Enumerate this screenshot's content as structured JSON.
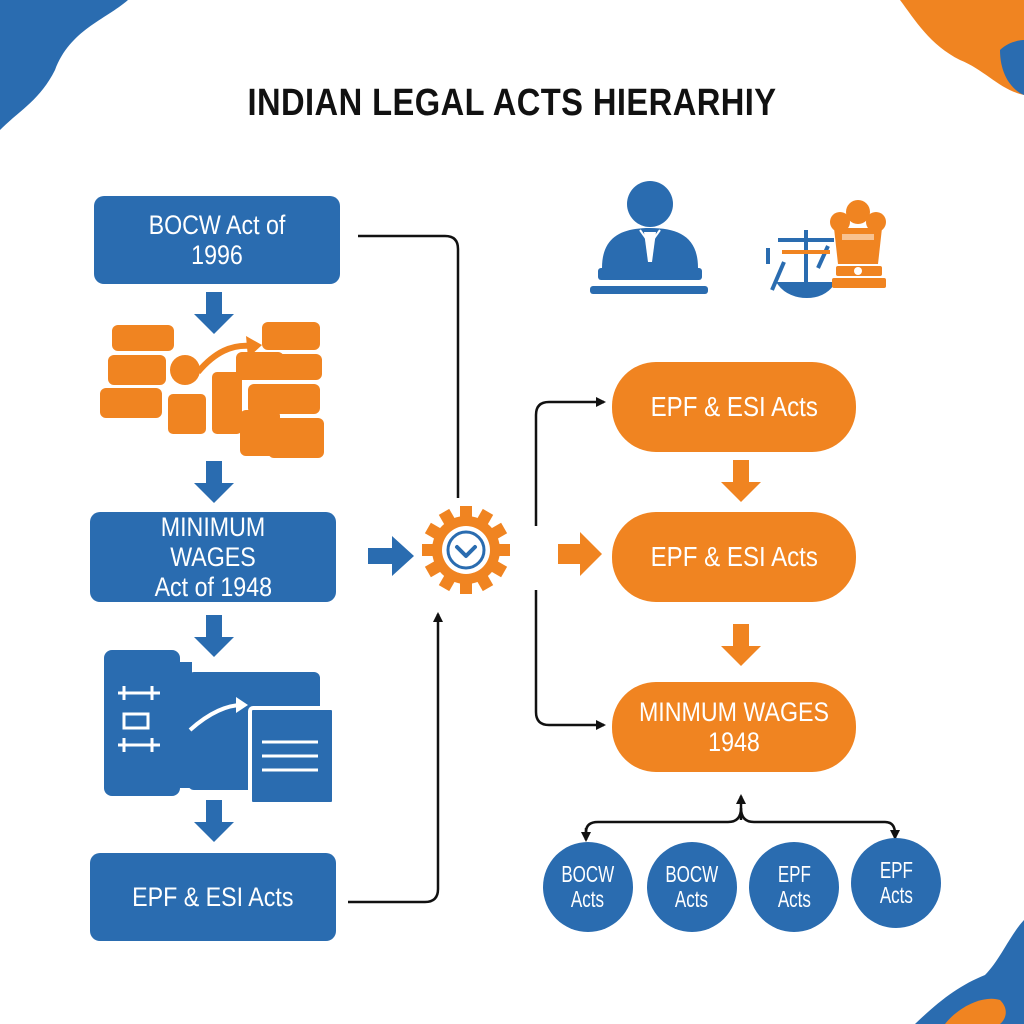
{
  "title": "INDIAN LEGAL ACTS HIERARHIY",
  "colors": {
    "blue": "#2a6cb0",
    "orange": "#f08421",
    "text": "#111111"
  },
  "left_column": {
    "box1": "BOCW Act of 1996",
    "box2_line1": "MINIMUM WAGES",
    "box2_line2": "Act of 1948",
    "box3": "EPF & ESI Acts"
  },
  "right_column": {
    "pill1": "EPF & ESI Acts",
    "pill2": "EPF & ESI Acts",
    "pill3": "MINMUM WAGES 1948"
  },
  "circles": [
    {
      "line1": "BOCW",
      "line2": "Acts"
    },
    {
      "line1": "BOCW",
      "line2": "Acts"
    },
    {
      "line1": "EPF",
      "line2": "Acts"
    },
    {
      "line1": "EPF",
      "line2": "Acts"
    }
  ],
  "icons": [
    "person-at-desk-icon",
    "scales-of-justice-icon",
    "national-emblem-icon",
    "gear-check-icon",
    "puzzle-blocks-icon",
    "document-dashboard-icon"
  ]
}
